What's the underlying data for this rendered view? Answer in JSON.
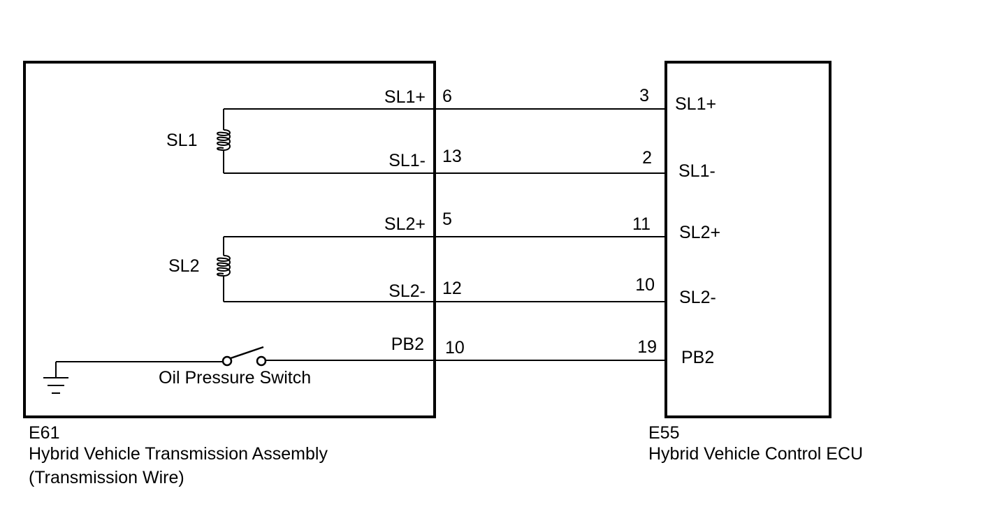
{
  "left_component": {
    "code": "E61",
    "name": "Hybrid Vehicle Transmission Assembly",
    "subname": "(Transmission Wire)"
  },
  "right_component": {
    "code": "E55",
    "name": "Hybrid Vehicle Control ECU"
  },
  "solenoids": [
    {
      "label": "SL1"
    },
    {
      "label": "SL2"
    }
  ],
  "switch_label": "Oil Pressure Switch",
  "connections": [
    {
      "left_terminal": "SL1+",
      "left_pin": "6",
      "right_pin": "3",
      "right_terminal": "SL1+"
    },
    {
      "left_terminal": "SL1-",
      "left_pin": "13",
      "right_pin": "2",
      "right_terminal": "SL1-"
    },
    {
      "left_terminal": "SL2+",
      "left_pin": "5",
      "right_pin": "11",
      "right_terminal": "SL2+"
    },
    {
      "left_terminal": "SL2-",
      "left_pin": "12",
      "right_pin": "10",
      "right_terminal": "SL2-"
    },
    {
      "left_terminal": "PB2",
      "left_pin": "10",
      "right_pin": "19",
      "right_terminal": "PB2"
    }
  ]
}
